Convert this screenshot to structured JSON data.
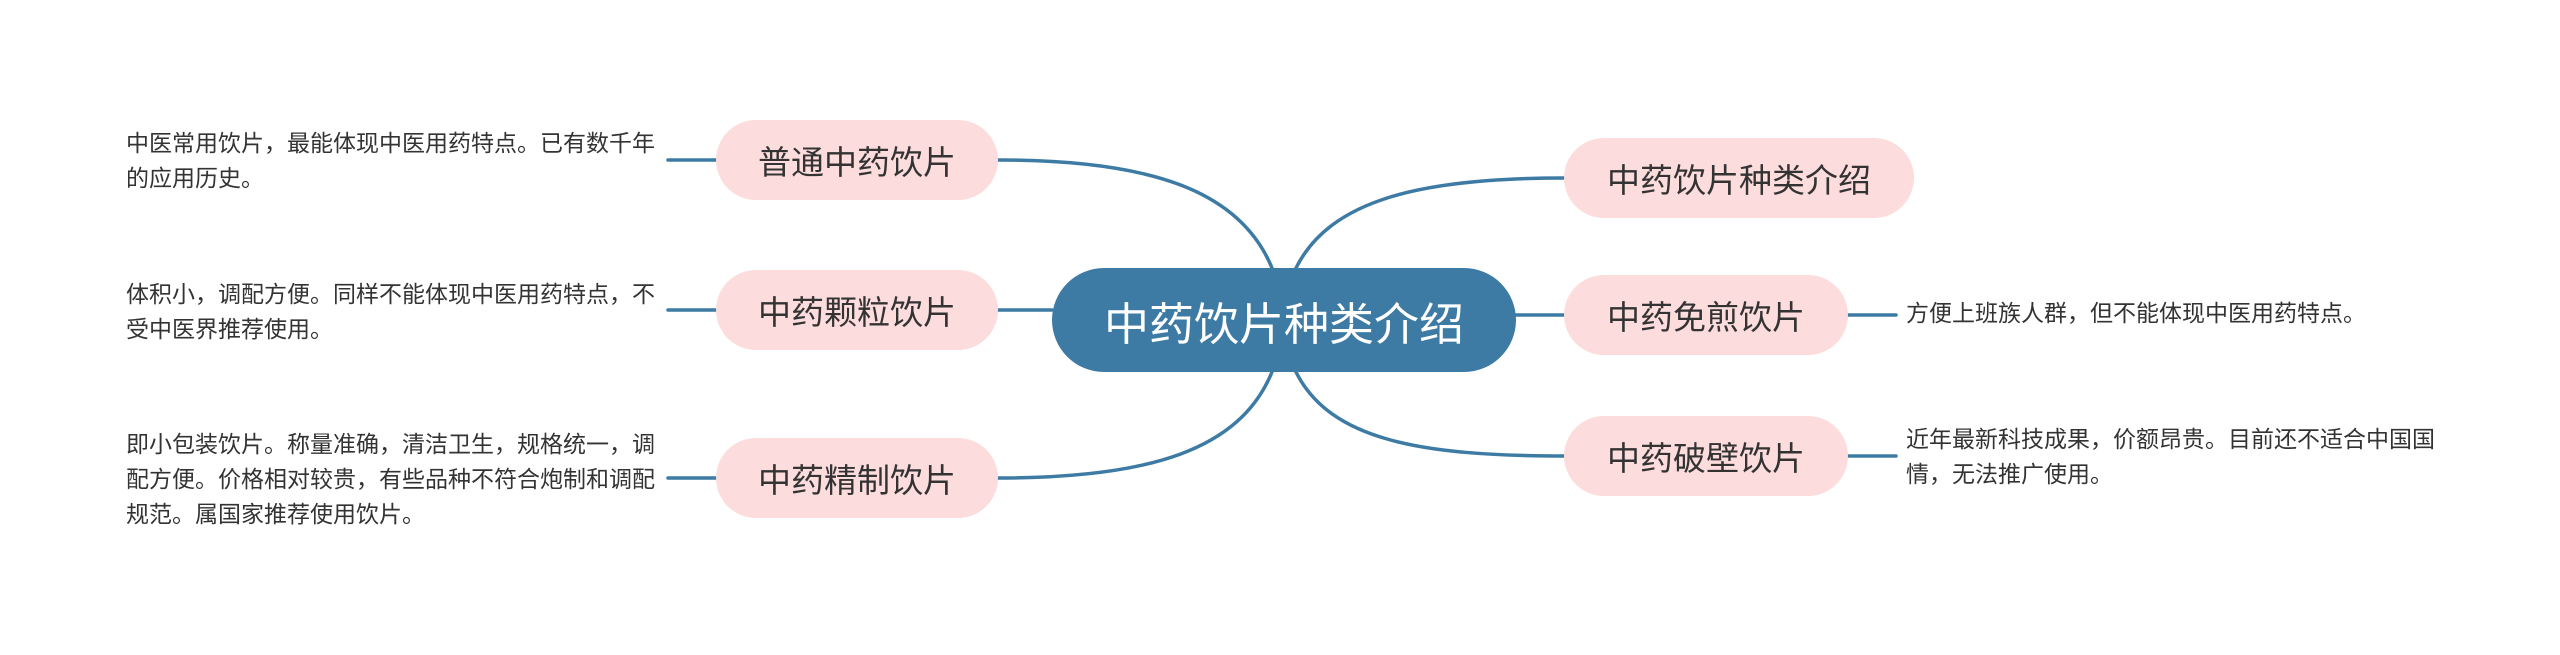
{
  "colors": {
    "root_fill": "#3d7ba4",
    "root_text": "#ffffff",
    "branch_fill": "#fcdcdc",
    "text": "#333333",
    "connector": "#3d7ba4",
    "background": "#ffffff"
  },
  "root": {
    "label": "中药饮片种类介绍"
  },
  "left_branches": [
    {
      "label": "普通中药饮片",
      "note": "中医常用饮片，最能体现中医用药特点。已有数千年的应用历史。"
    },
    {
      "label": "中药颗粒饮片",
      "note": "体积小，调配方便。同样不能体现中医用药特点，不受中医界推荐使用。"
    },
    {
      "label": "中药精制饮片",
      "note": "即小包装饮片。称量准确，清洁卫生，规格统一，调配方便。价格相对较贵，有些品种不符合炮制和调配规范。属国家推荐使用饮片。"
    }
  ],
  "right_branches": [
    {
      "label": "中药饮片种类介绍",
      "note": ""
    },
    {
      "label": "中药免煎饮片",
      "note": "方便上班族人群，但不能体现中医用药特点。"
    },
    {
      "label": "中药破壁饮片",
      "note": "近年最新科技成果，价额昂贵。目前还不适合中国国情，无法推广使用。"
    }
  ]
}
